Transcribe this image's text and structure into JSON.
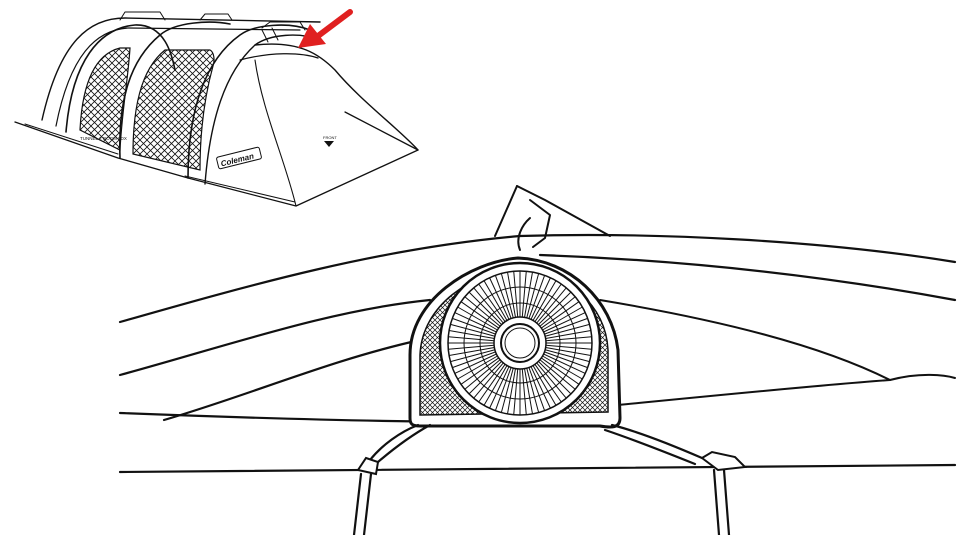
{
  "tent": {
    "brand_badge": "Coleman",
    "model_label": "TUNNEL 2 ROOM LDX",
    "door_label": "FRONT"
  },
  "colors": {
    "line": "#111111",
    "background": "#ffffff",
    "arrow": "#e02020"
  },
  "icons": {
    "pointer": "red-arrow-icon",
    "fan": "vent-fan-icon"
  }
}
